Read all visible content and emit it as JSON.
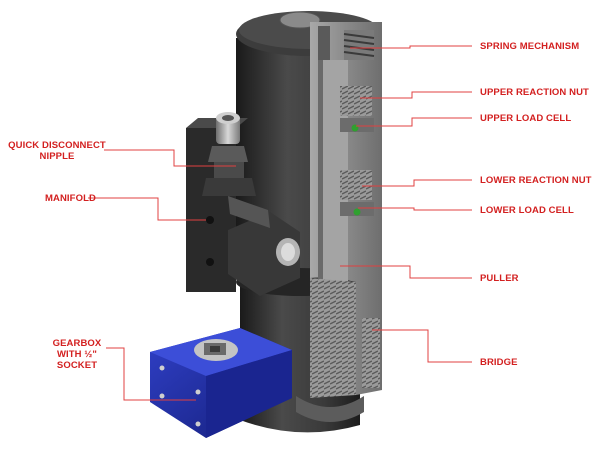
{
  "labels": {
    "spring_mechanism": "SPRING MECHANISM",
    "upper_reaction_nut": "UPPER REACTION NUT",
    "upper_load_cell": "UPPER LOAD CELL",
    "lower_reaction_nut": "LOWER REACTION NUT",
    "lower_load_cell": "LOWER LOAD CELL",
    "puller": "PULLER",
    "bridge": "BRIDGE",
    "quick_disconnect_nipple": [
      "QUICK DISCONNECT",
      "NIPPLE"
    ],
    "manifold": "MANIFOLD",
    "gearbox": [
      "GEARBOX",
      "WITH ½\"",
      "SOCKET"
    ]
  },
  "colors": {
    "label_red": "#d32020",
    "leader_red": "#e04040",
    "gearbox_blue": "#1d2a9a",
    "body_dark": "#2e2e2e",
    "cutaway_grey": "#8c8c8c"
  }
}
